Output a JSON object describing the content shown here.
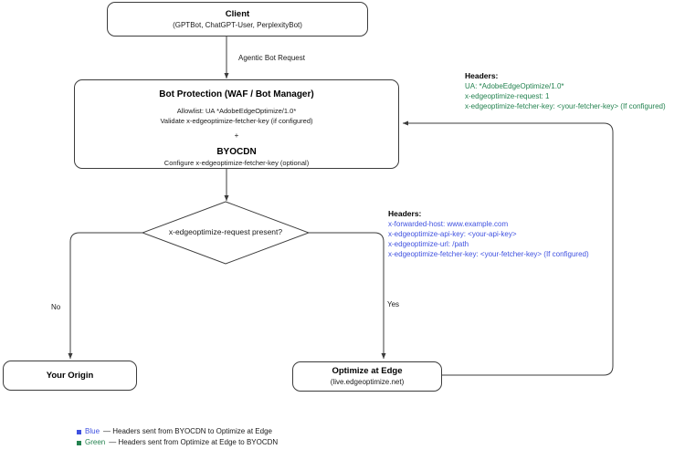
{
  "colors": {
    "blue": "#3f51e0",
    "green": "#23824f",
    "stroke": "#3c3c3c",
    "text": "#1a1a1a"
  },
  "nodes": {
    "client": {
      "title": "Client",
      "subtitle": "(GPTBot, ChatGPT-User, PerplexityBot)"
    },
    "bot_protection": {
      "title": "Bot Protection (WAF / Bot Manager)",
      "line1": "Allowlist: UA *AdobeEdgeOptimize/1.0*",
      "line2": "Validate x-edgeoptimize-fetcher-key (if configured)",
      "plus": "+",
      "title2": "BYOCDN",
      "line3": "Configure x-edgeoptimize-fetcher-key (optional)"
    },
    "decision": {
      "label": "x-edgeoptimize-request present?"
    },
    "origin": {
      "title": "Your Origin"
    },
    "optimize_at_edge": {
      "title": "Optimize at Edge",
      "subtitle": "(live.edgeoptimize.net)"
    }
  },
  "edges": {
    "agentic_bot_request": "Agentic Bot Request",
    "no": "No",
    "yes": "Yes"
  },
  "headers_green": {
    "title": "Headers:",
    "lines": [
      "UA: *AdobeEdgeOptimize/1.0*",
      "x-edgeoptimize-request: 1",
      "x-edgeoptimize-fetcher-key: <your-fetcher-key> (If configured)"
    ]
  },
  "headers_blue": {
    "title": "Headers:",
    "lines": [
      "x-forwarded-host: www.example.com",
      "x-edgeoptimize-api-key: <your-api-key>",
      "x-edgeoptimize-url: /path",
      "x-edgeoptimize-fetcher-key: <your-fetcher-key> (If configured)"
    ]
  },
  "legend": {
    "rows": [
      {
        "key": "Blue",
        "text": "— Headers sent from BYOCDN to Optimize at Edge",
        "color": "#3f51e0"
      },
      {
        "key": "Green",
        "text": "— Headers sent from Optimize at Edge to BYOCDN",
        "color": "#23824f"
      }
    ]
  }
}
